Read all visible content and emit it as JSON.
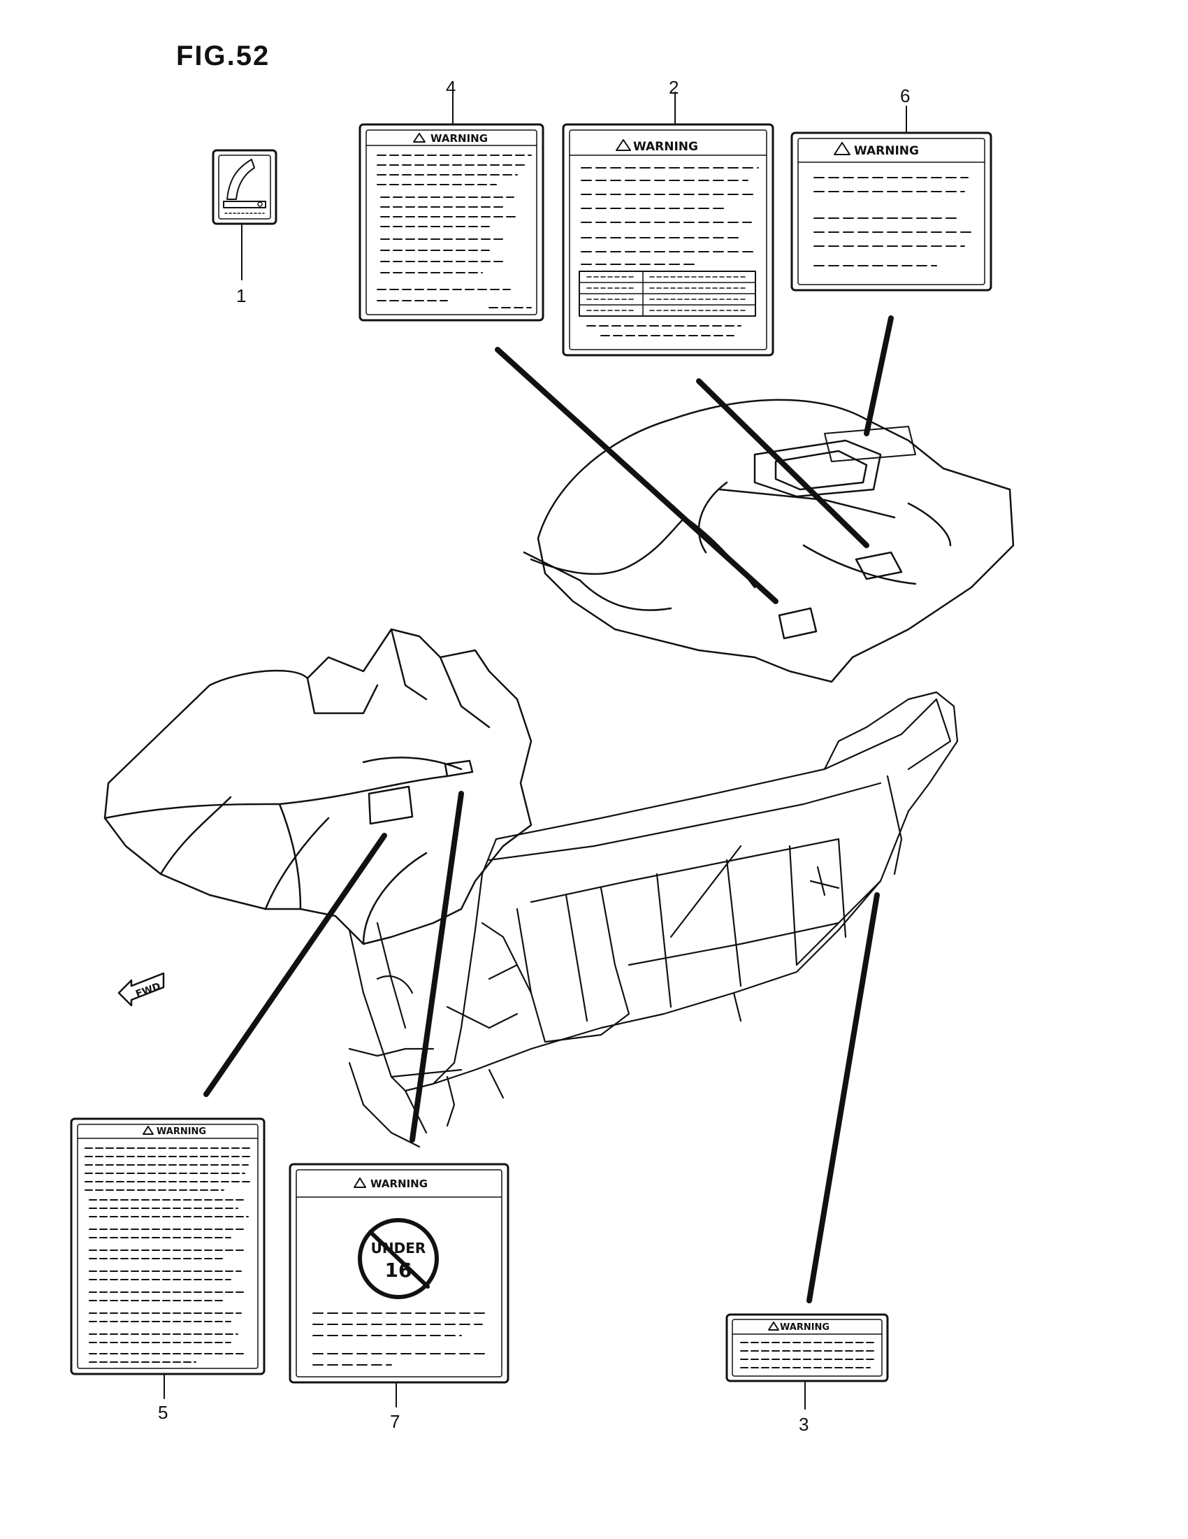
{
  "figure": {
    "title": "FIG.52"
  },
  "labels": [
    {
      "ref": "1"
    },
    {
      "ref": "2",
      "header": "WARNING"
    },
    {
      "ref": "3",
      "header": "WARNING"
    },
    {
      "ref": "4",
      "header": "WARNING"
    },
    {
      "ref": "5",
      "header": "WARNING"
    },
    {
      "ref": "6",
      "header": "WARNING"
    },
    {
      "ref": "7",
      "header": "WARNING",
      "badge_top": "UNDER",
      "badge_bottom": "16"
    }
  ],
  "fwd_marker": "FWD",
  "icons": {
    "warning": "warning-triangle-icon",
    "shift": "shift-lever-icon",
    "direction": "fwd-arrow-icon"
  }
}
